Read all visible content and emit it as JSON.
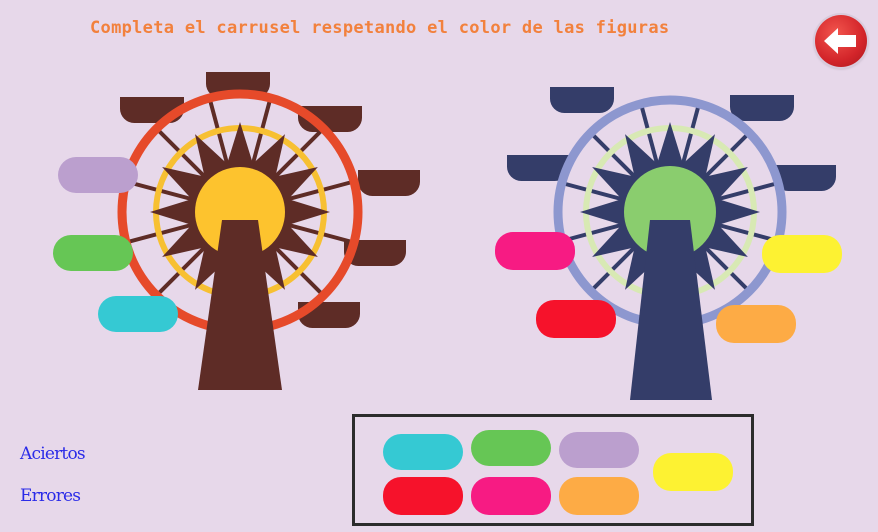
{
  "header": {
    "title": "Completa el carrusel respetando el color de las figuras",
    "back_icon": "arrow-left-icon"
  },
  "score": {
    "hits_label": "Aciertos",
    "errors_label": "Errores"
  },
  "colors": {
    "background": "#e7d8ea",
    "title": "#f2813d",
    "score_text": "#2b2be8",
    "left_wheel_frame": "#5e2c26",
    "left_wheel_rim": "#e64a2a",
    "left_wheel_inner_rim": "#f7c032",
    "left_wheel_hub": "#fdc32e",
    "right_wheel_frame": "#343d69",
    "right_wheel_rim": "#8d97cf",
    "right_wheel_inner_rim": "#d8e9b4",
    "right_wheel_hub": "#8acd6e"
  },
  "left_wheel": {
    "filled_cabins": [
      "lavender",
      "green",
      "cyan"
    ]
  },
  "right_wheel": {
    "filled_cabins": [
      "pink",
      "red",
      "yellow",
      "orange"
    ]
  },
  "tray_pieces": [
    "cyan",
    "green",
    "lavender",
    "yellow",
    "red",
    "pink",
    "orange"
  ],
  "piece_colors": {
    "cyan": "#35c9d3",
    "green": "#66c655",
    "lavender": "#bb9fce",
    "yellow": "#fdf232",
    "red": "#f6122b",
    "pink": "#f71b83",
    "orange": "#fdab45"
  }
}
